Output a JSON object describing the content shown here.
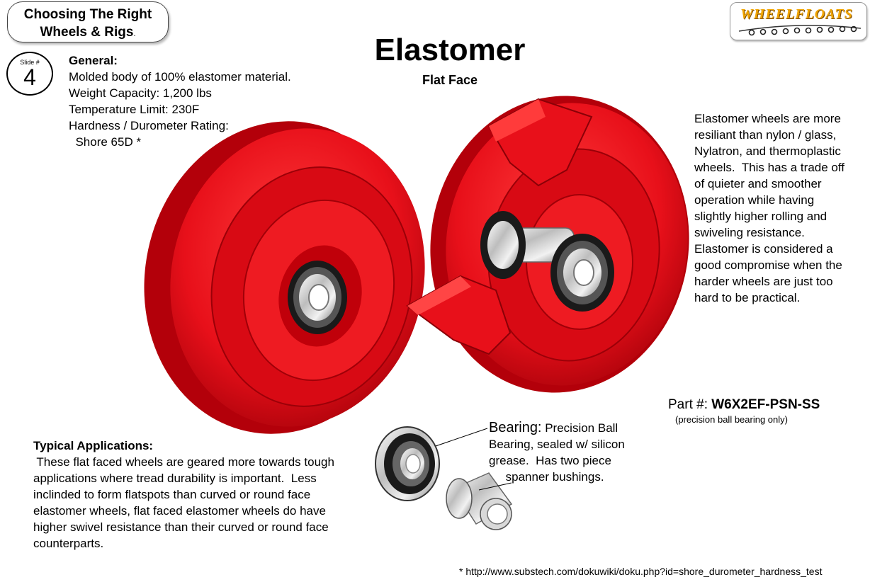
{
  "header": {
    "box_line1": "Choosing The Right",
    "box_line2": "Wheels & Rigs",
    "box_line2_dot": ".",
    "slide_label": "Slide #",
    "slide_number": "4"
  },
  "logo": {
    "text": "WHEELFLOATS"
  },
  "title": {
    "main": "Elastomer",
    "sub": "Flat Face"
  },
  "general": {
    "heading": "General:",
    "lines": [
      "Molded body of 100% elastomer material.",
      "Weight Capacity: 1,200 lbs",
      "Temperature Limit: 230F",
      "Hardness / Durometer Rating:",
      "  Shore 65D *"
    ]
  },
  "description": {
    "lines": [
      "Elastomer wheels are more",
      "resiliant than nylon / glass,",
      "Nylatron, and thermoplastic",
      "wheels.  This has a trade off",
      "of quieter and smoother",
      "operation while having",
      "slightly higher rolling and",
      "swiveling resistance.",
      "Elastomer is considered a",
      "good compromise when the",
      "harder wheels are just too",
      "hard to be practical."
    ]
  },
  "part": {
    "label": "Part #: ",
    "number": "W6X2EF-PSN-SS",
    "note": "(precision ball bearing only)"
  },
  "bearing": {
    "label": "Bearing:",
    "lines_first": " Precision Ball",
    "lines": [
      "Bearing, sealed w/ silicon",
      "grease.  Has two piece",
      "     spanner bushings."
    ]
  },
  "applications": {
    "heading": "Typical Applications:",
    "lines": [
      " These flat faced wheels are geared more towards tough",
      "applications where tread durability is important.  Less",
      "inclinded to form flatspots than curved or round face",
      "elastomer wheels, flat faced elastomer wheels do have",
      "higher swivel resistance than their curved or round face",
      "counterparts."
    ]
  },
  "footnote": "* http://www.substech.com/dokuwiki/doku.php?id=shore_durometer_hardness_test",
  "colors": {
    "wheel_red": "#e8101a",
    "wheel_dark": "#a10008",
    "wheel_light": "#ff5a5a",
    "logo": "#f0a400"
  },
  "icons": {
    "wheel": "elastomer-wheel",
    "bearing": "ball-bearing",
    "bushing": "spanner-bushing"
  }
}
